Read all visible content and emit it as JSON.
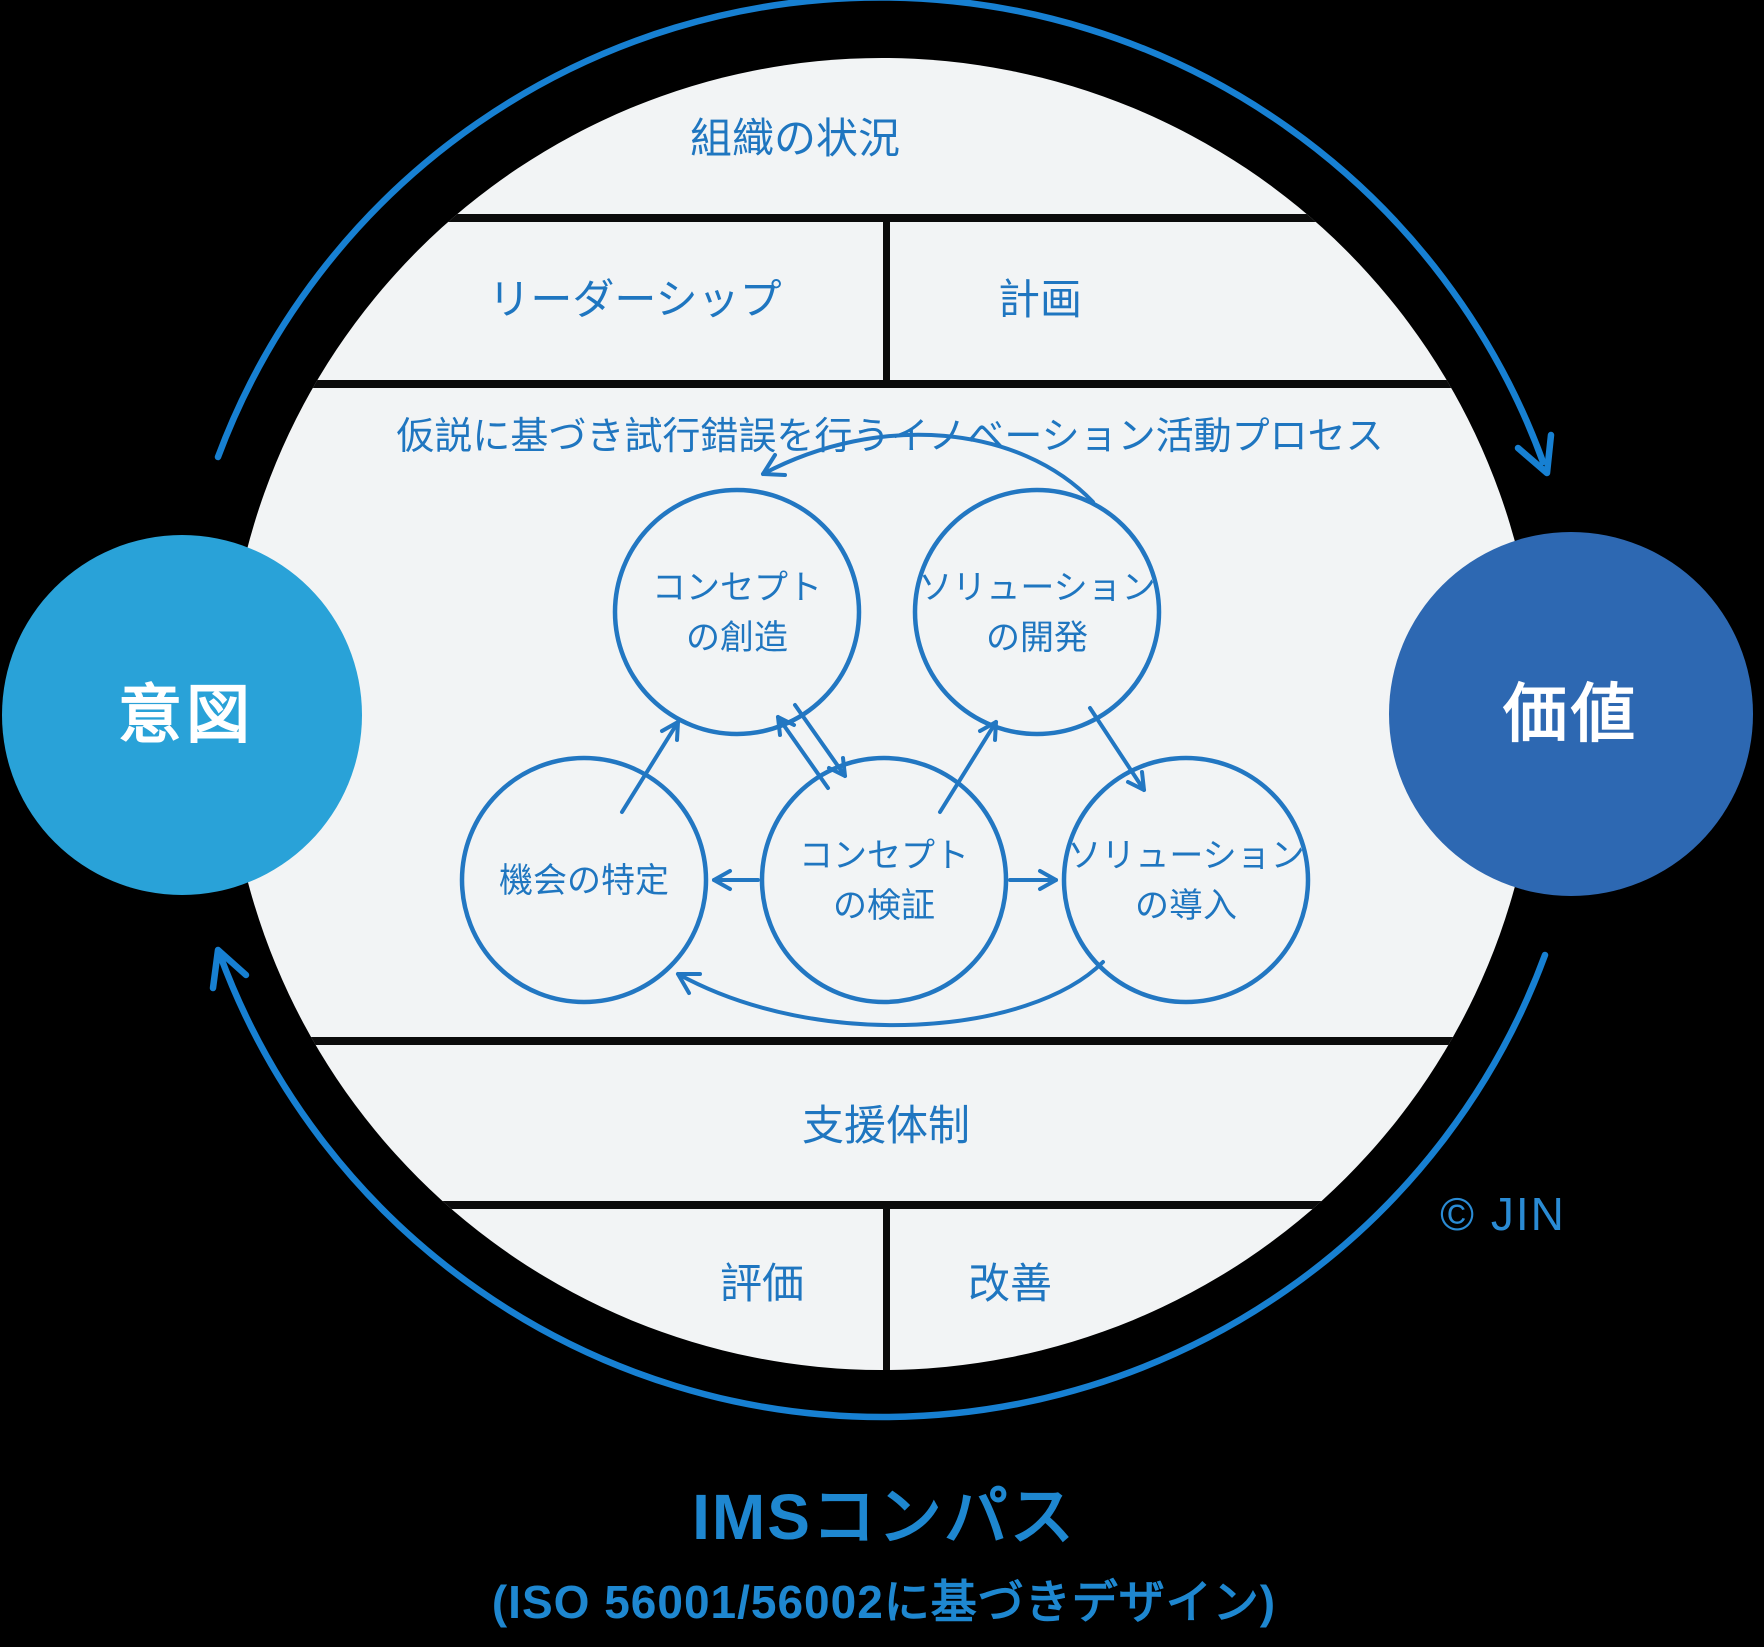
{
  "diagram": {
    "context_label": "組織の状況",
    "leadership_label": "リーダーシップ",
    "planning_label": "計画",
    "process_title": "仮説に基づき試行錯誤を行うイノベーション活動プロセス",
    "support_label": "支援体制",
    "evaluation_label": "評価",
    "improvement_label": "改善",
    "intent_label": "意図",
    "value_label": "価値",
    "copyright": "© JIN",
    "nodes": {
      "creation": {
        "line1": "コンセプト",
        "line2": "の創造"
      },
      "development": {
        "line1": "ソリューション",
        "line2": "の開発"
      },
      "opportunity": {
        "line1": "機会の特定"
      },
      "verification": {
        "line1": "コンセプト",
        "line2": "の検証"
      },
      "implementation": {
        "line1": "ソリューション",
        "line2": "の導入"
      }
    }
  },
  "title": {
    "main": "IMSコンパス",
    "subtitle": "(ISO 56001/56002に基づきデザイン)"
  },
  "colors": {
    "background": "#000000",
    "circle_bg": "#f2f4f5",
    "divider": "#0b0b0b",
    "arc": "#1780d2",
    "process": "#2277c2",
    "label_text": "#1f76c0",
    "intent_fill": "#29a2d8",
    "value_fill": "#2d68b2",
    "endpoint_text": "#ffffff",
    "title_text": "#1e87d0",
    "copyright_text": "#2a8bd4"
  }
}
